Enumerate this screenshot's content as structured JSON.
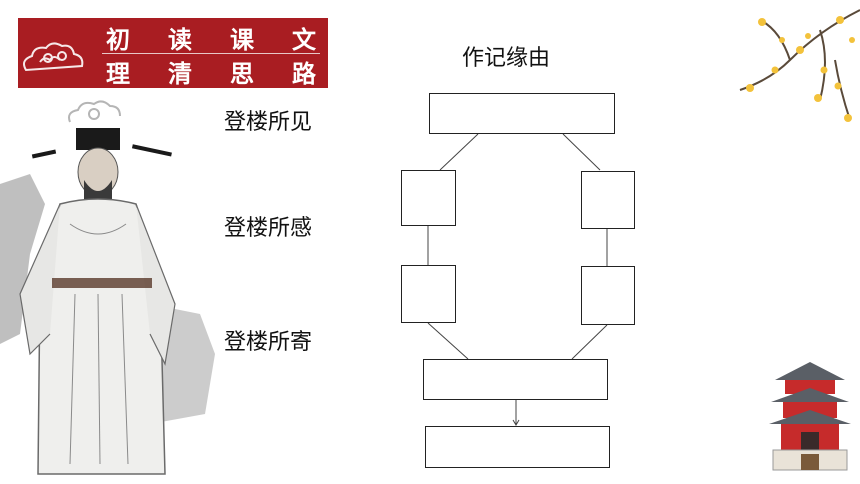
{
  "banner": {
    "line1": [
      "初",
      "读",
      "课",
      "文"
    ],
    "line2": [
      "理",
      "清",
      "思",
      "路"
    ]
  },
  "diagram": {
    "title": "作记缘由",
    "labels": [
      "登楼所见",
      "登楼所感",
      "登楼所寄"
    ]
  },
  "colors": {
    "banner_red": "#a91d22",
    "blossom_yellow": "#f3c23b",
    "branch_brown": "#5a4a3a"
  }
}
